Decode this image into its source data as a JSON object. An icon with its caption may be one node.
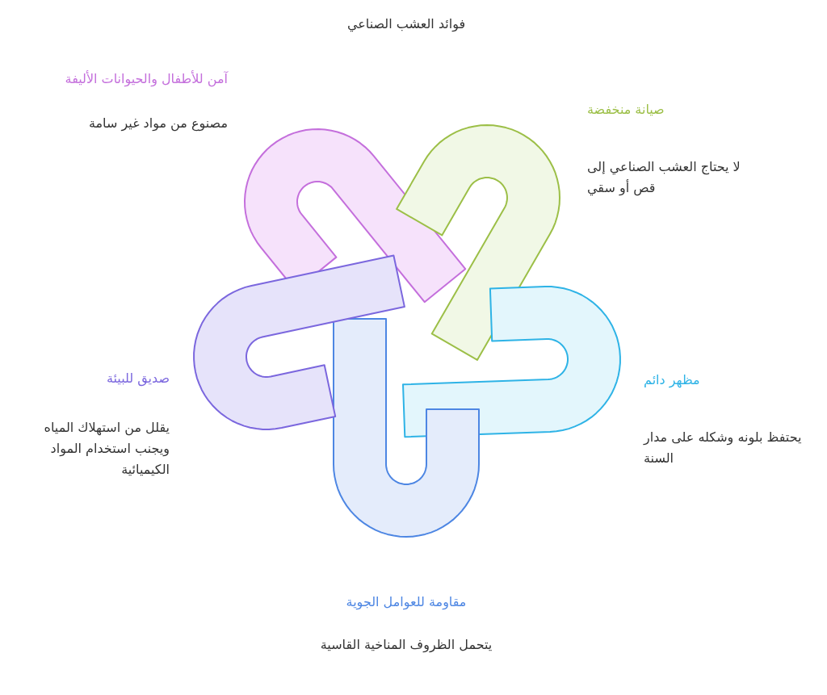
{
  "diagram": {
    "title": "فوائد العشب الصناعي",
    "nodes": [
      {
        "text": [
          "آمن للأطفال والحيوانات الأليفة",
          "مصنوع من مواد غير سامة"
        ]
      },
      {
        "text": [
          "صيانة منخفضة",
          "لا يحتاج العشب الصناعي إلى قص أو سقي"
        ]
      },
      {
        "text": [
          "مظهر دائم",
          "يحتفظ بلونه وشكله على مدار السنة"
        ]
      },
      {
        "text": [
          "صديق للبيئة",
          "يقلل من استهلاك المياه ويجنب استخدام المواد الكيميائية"
        ]
      },
      {
        "text": [
          "مقاومة للعوامل الجوية",
          "يتحمل الظروف المناخية القاسية"
        ]
      }
    ]
  }
}
